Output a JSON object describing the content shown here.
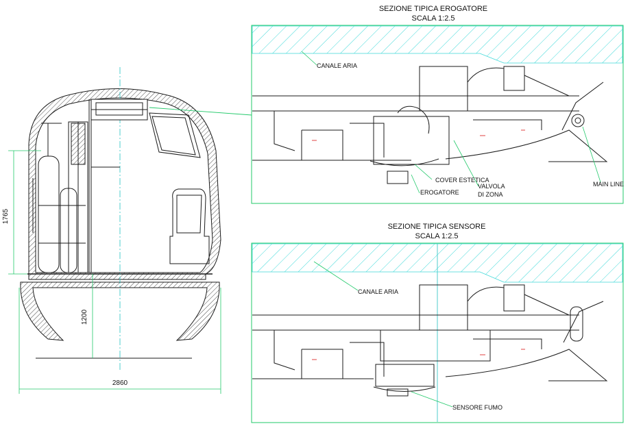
{
  "colors": {
    "outline": "#1a1a1a",
    "hatch": "#3fd9d9",
    "frame": "#22c96a",
    "accent": "#e04040"
  },
  "cross_section": {
    "dim_height": "1765",
    "dim_floor": "1200",
    "dim_width": "2860"
  },
  "detail_top": {
    "title": "SEZIONE TIPICA EROGATORE",
    "scale": "SCALA 1:2.5",
    "labels": {
      "canale_aria": "CANALE ARIA",
      "cover_estetica": "COVER ESTETICA",
      "valvola": "VALVOLA",
      "di_zona": "DI ZONA",
      "erogatore": "EROGATORE",
      "main_line": "MAIN LINE"
    }
  },
  "detail_bottom": {
    "title": "SEZIONE TIPICA SENSORE",
    "scale": "SCALA 1:2.5",
    "labels": {
      "canale_aria": "CANALE ARIA",
      "sensore_fumo": "SENSORE FUMO"
    }
  }
}
